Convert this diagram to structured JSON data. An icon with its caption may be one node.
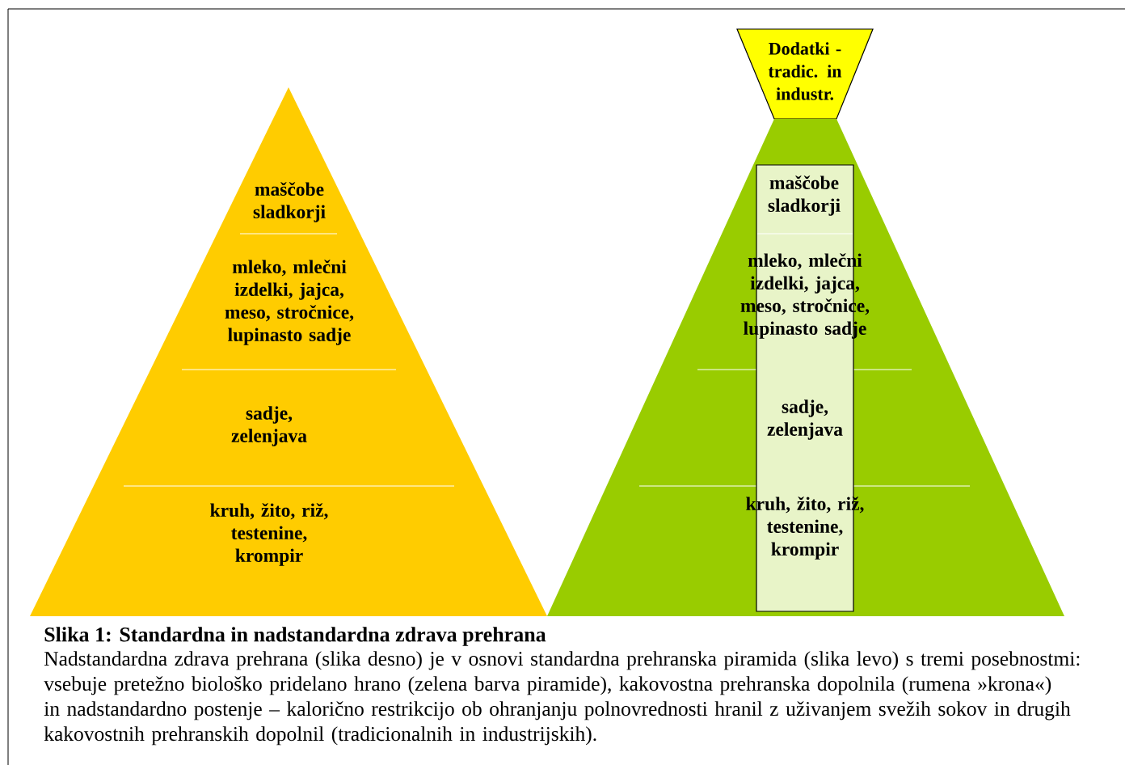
{
  "diagram": {
    "title": "Slika 1: Standardna in nadstandardna zdrava prehrana",
    "caption": "Nadstandardna zdrava prehrana (slika desno)  je v osnovi standardna prehranska piramida (slika levo) s tremi posebnostmi: vsebuje pretežno biološko pridelano hrano (zelena barva piramide), kakovostna prehranska dopolnila (rumena »krona«) in nadstandardno postenje – kalorično restrikcijo ob ohranjanju polnovrednosti hranil z uživanjem svežih sokov in drugih kakovostnih prehranskih dopolnil (tradicionalnih in industrijskih).",
    "nodes": [
      {
        "text": [],
        "shape": "triangle"
      },
      {
        "text": [
          "maščobe sladkorji"
        ],
        "in": 0
      },
      {
        "text": [
          "mleko, mlečni izdelki, jajca, meso, stročnice, lupinasto sadje"
        ],
        "in": 0
      },
      {
        "text": [
          "sadje, zelenjava"
        ],
        "in": 0
      },
      {
        "text": [
          "kruh, žito, riž, testenine, krompir"
        ],
        "in": 0
      },
      {
        "text": [
          "Dodatki - tradic.  in industr."
        ]
      },
      {
        "text": [],
        "shape": "triangle"
      },
      {
        "text": [],
        "shape": "box",
        "in": 6
      },
      {
        "text": [
          "maščobe sladkorji"
        ],
        "in": 7
      },
      {
        "text": [
          "mleko, mlečni izdelki, jajca, meso, stročnice, lupinasto sadje"
        ],
        "in": 7
      },
      {
        "text": [
          "sadje, zelenjava"
        ],
        "in": 7
      },
      {
        "text": [
          "kruh, žito, riž, testenine, krompir"
        ],
        "in": 7
      }
    ]
  }
}
